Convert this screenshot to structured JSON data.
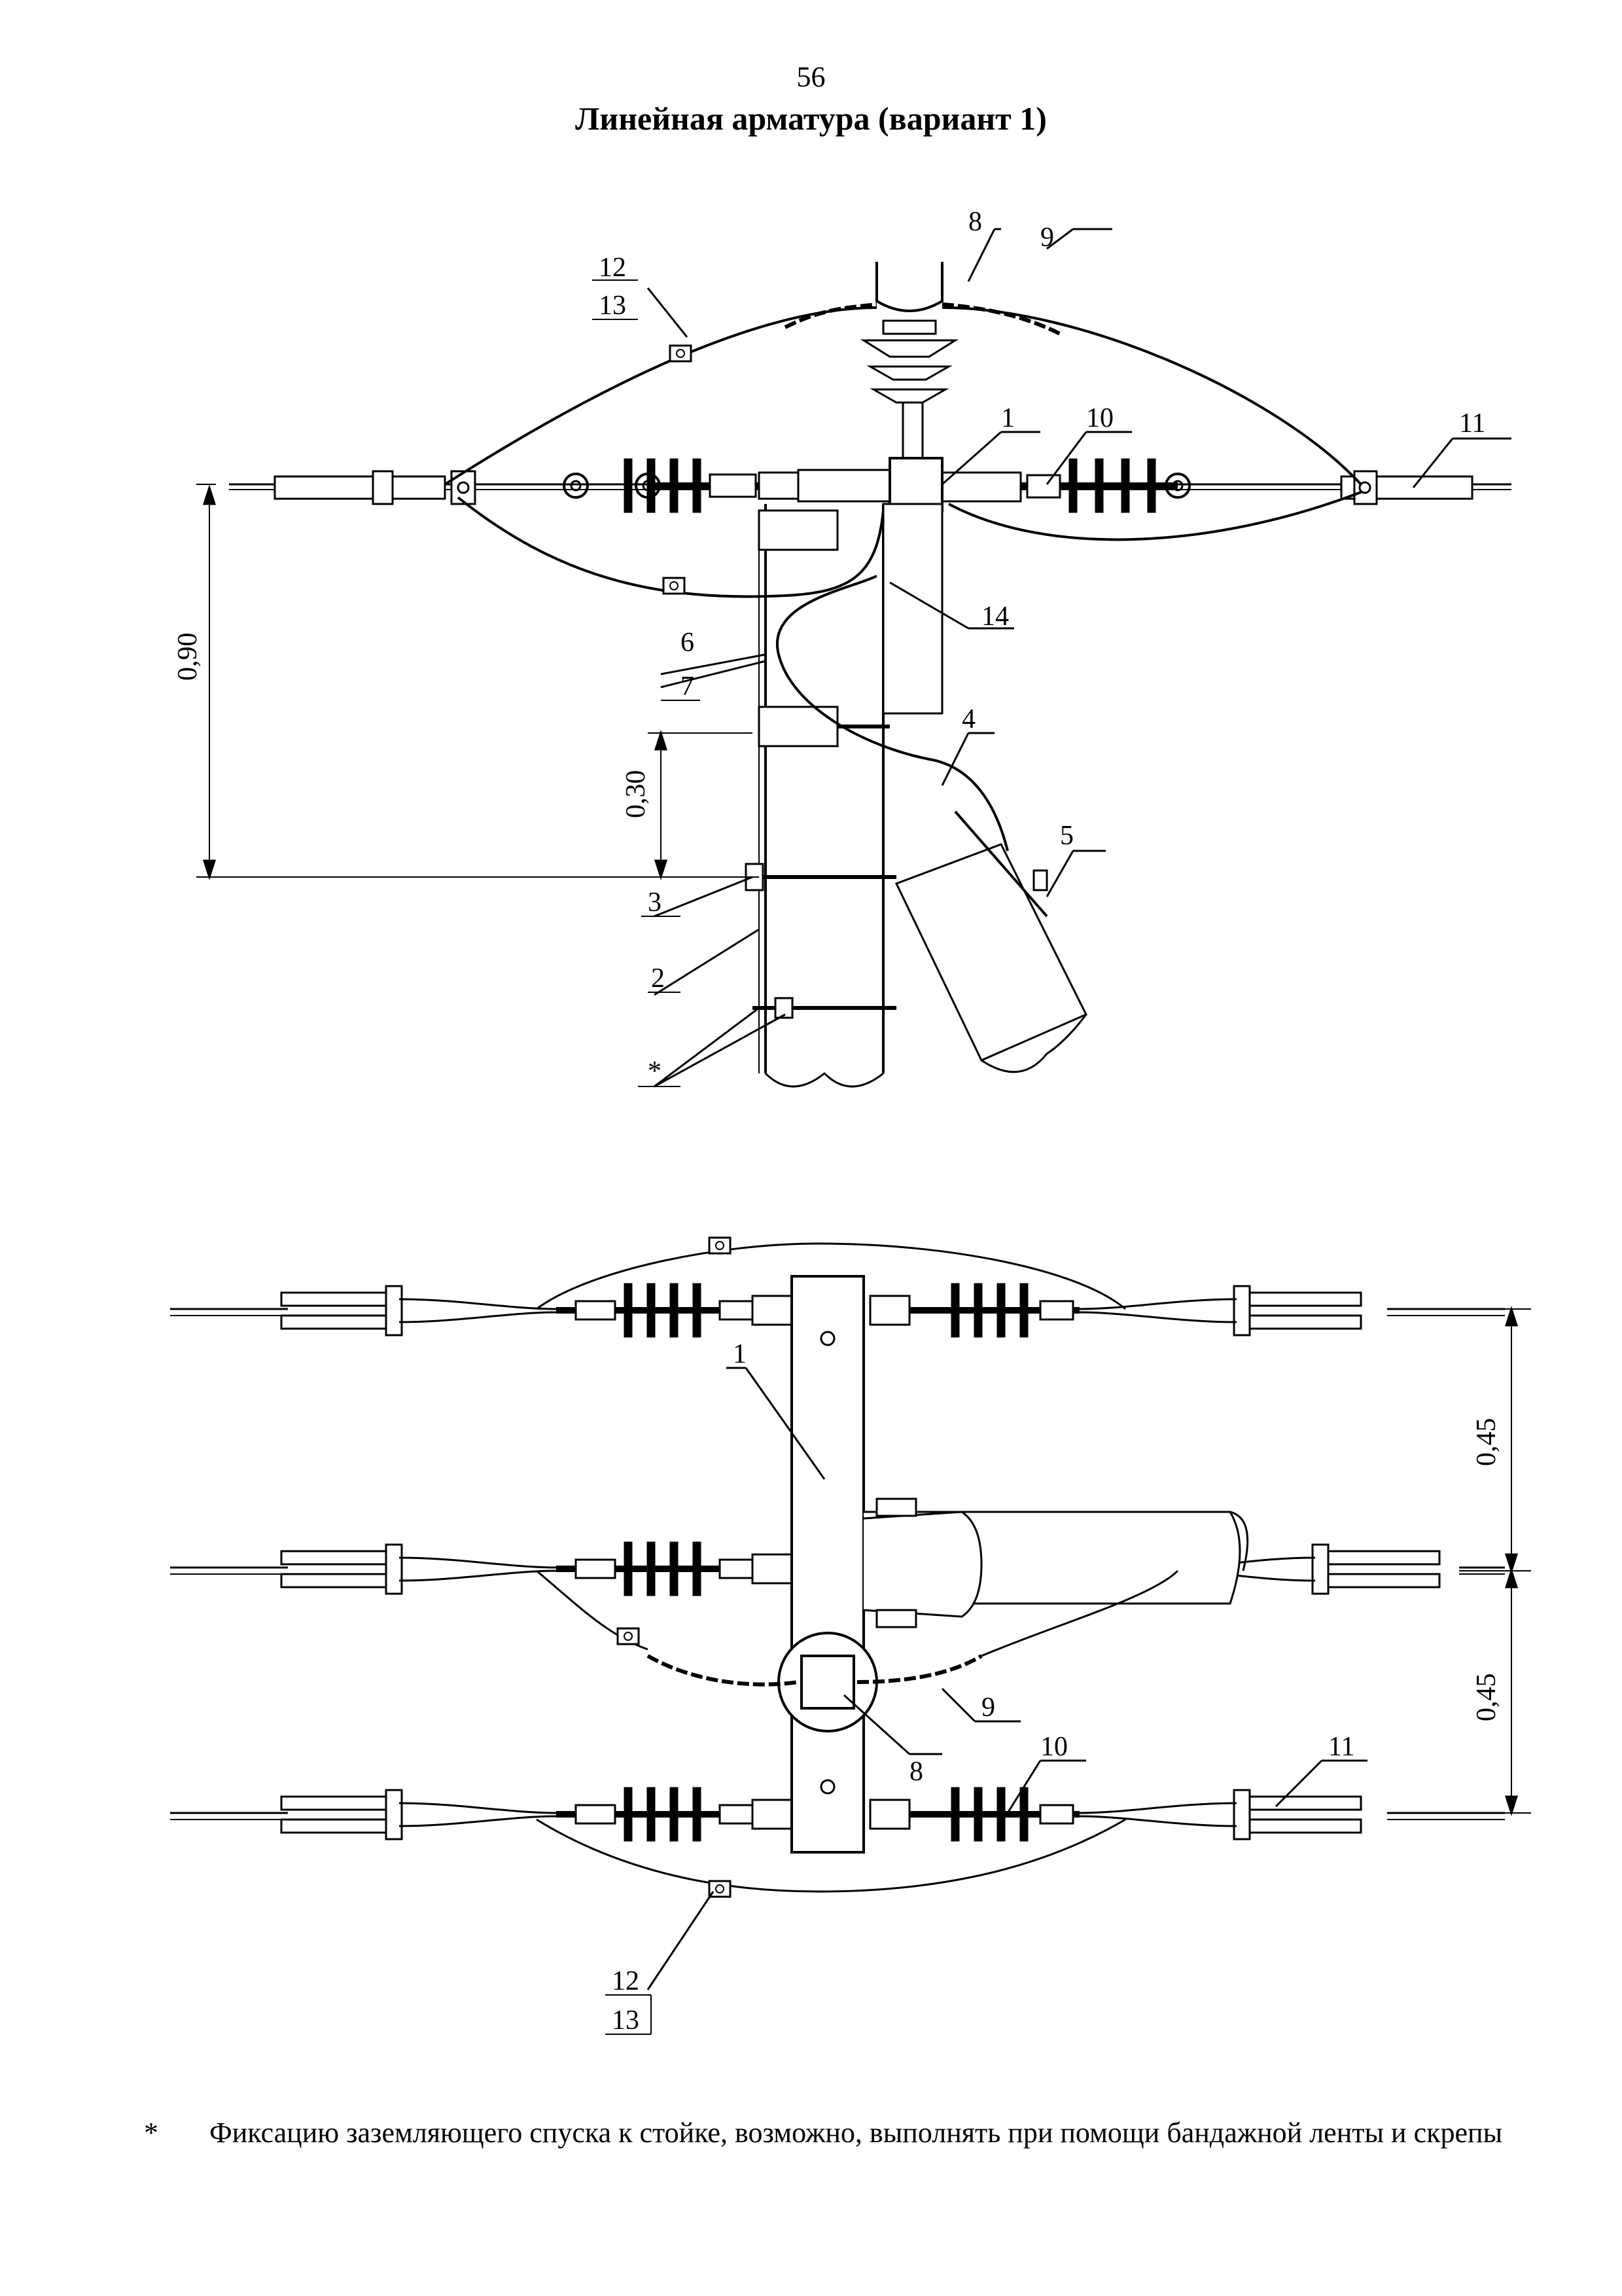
{
  "page": {
    "number": "56",
    "title": "Линейная арматура (вариант 1)"
  },
  "top_view": {
    "callouts": {
      "c1": "1",
      "c2": "2",
      "c3": "3",
      "c4": "4",
      "c5": "5",
      "c6": "6",
      "c7": "7",
      "c8": "8",
      "c9": "9",
      "c10": "10",
      "c11": "11",
      "c12": "12",
      "c13": "13",
      "c14": "14",
      "star": "*"
    },
    "dimensions": {
      "d090": "0,90",
      "d030": "0,30"
    }
  },
  "bottom_view": {
    "callouts": {
      "c1": "1",
      "c8": "8",
      "c9": "9",
      "c10": "10",
      "c11": "11",
      "c12": "12",
      "c13": "13"
    },
    "dimensions": {
      "d045_a": "0,45",
      "d045_b": "0,45"
    }
  },
  "footnote": {
    "mark": "*",
    "text": "Фиксацию заземляющего спуска к стойке, возможно, выполнять при помощи бандажной ленты и скрепы"
  }
}
